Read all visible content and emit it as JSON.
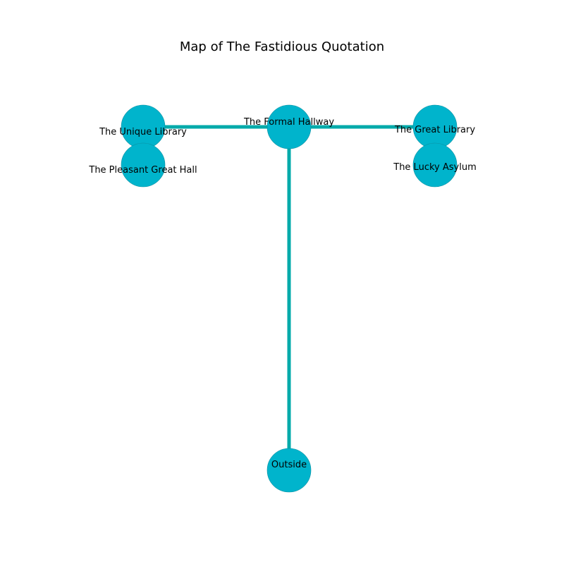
{
  "title": "Map of The Fastidious Quotation",
  "colors": {
    "node": "#00b4cc",
    "node_stroke": "#0a8ea0",
    "edge": "#00aaaa"
  },
  "rooms": [
    {
      "id": "unique-library",
      "label": "The Unique Library"
    },
    {
      "id": "pleasant-great-hall",
      "label": "The Pleasant Great Hall"
    },
    {
      "id": "formal-hallway",
      "label": "The Formal Hallway"
    },
    {
      "id": "great-library",
      "label": "The Great Library"
    },
    {
      "id": "lucky-asylum",
      "label": "The Lucky Asylum"
    },
    {
      "id": "outside",
      "label": "Outside"
    }
  ],
  "connections": [
    {
      "from": "formal-hallway",
      "to": "unique-library"
    },
    {
      "from": "formal-hallway",
      "to": "great-library"
    },
    {
      "from": "formal-hallway",
      "to": "outside"
    }
  ]
}
